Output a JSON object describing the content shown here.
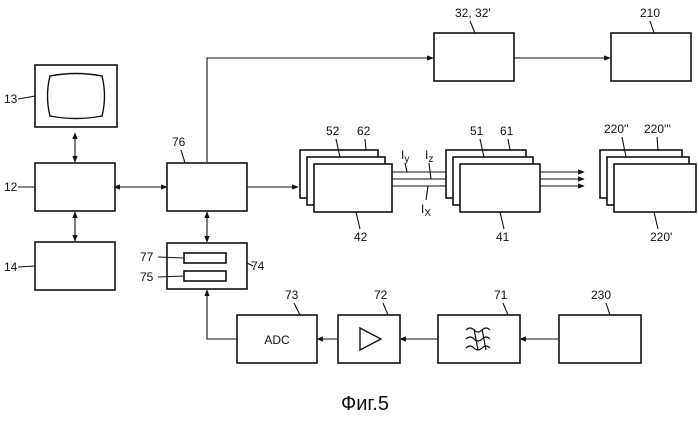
{
  "labels": {
    "b13": "13",
    "b12": "12",
    "b14": "14",
    "b76": "76",
    "b74": "74",
    "b77": "77",
    "b75": "75",
    "b73": "73",
    "b72": "72",
    "b71": "71",
    "b230": "230",
    "b32": "32, 32'",
    "b210": "210",
    "b52": "52",
    "b62": "62",
    "b42": "42",
    "b51": "51",
    "b61": "61",
    "b41": "41",
    "b220a": "220''",
    "b220b": "220'''",
    "b220c": "220'",
    "iy_main": "I",
    "iy_sub": "y",
    "iz_main": "I",
    "iz_sub": "z",
    "ix_main": "I",
    "ix_sub": "X"
  },
  "adc_text": "ADC",
  "caption": "Фиг.5",
  "icons": {
    "monitor": "monitor-icon",
    "amplifier": "amplifier-triangle-icon",
    "filter": "filter-waves-icon"
  }
}
